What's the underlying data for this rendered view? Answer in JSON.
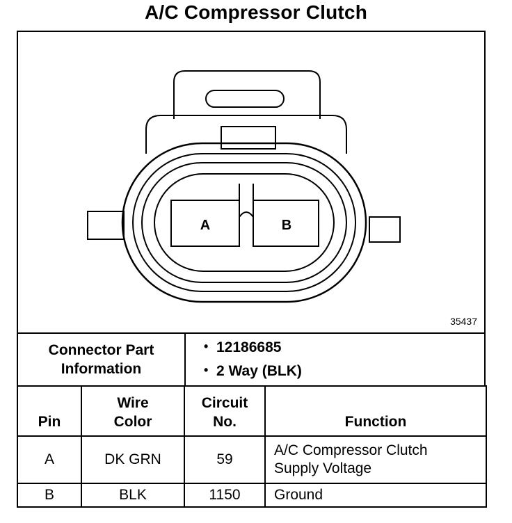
{
  "title": "A/C Compressor Clutch",
  "diagram": {
    "pin_labels": [
      "A",
      "B"
    ],
    "figure_number": "35437"
  },
  "connector": {
    "label_line1": "Connector Part",
    "label_line2": "Information",
    "part_number": "12186685",
    "description": "2 Way (BLK)"
  },
  "table": {
    "headers": {
      "pin": "Pin",
      "wire_color_line1": "Wire",
      "wire_color_line2": "Color",
      "circuit_line1": "Circuit",
      "circuit_line2": "No.",
      "function": "Function"
    },
    "rows": [
      {
        "pin": "A",
        "wire_color": "DK GRN",
        "circuit": "59",
        "function_line1": "A/C Compressor Clutch",
        "function_line2": "Supply Voltage"
      },
      {
        "pin": "B",
        "wire_color": "BLK",
        "circuit": "1150",
        "function_line1": "Ground",
        "function_line2": ""
      }
    ]
  }
}
